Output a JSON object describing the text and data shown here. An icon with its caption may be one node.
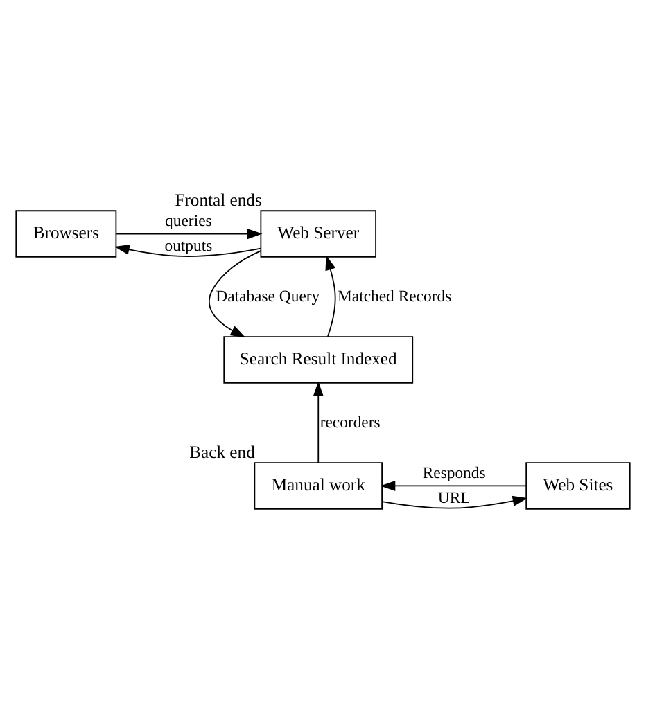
{
  "diagram": {
    "nodes": [
      {
        "text": [
          "Browsers"
        ]
      },
      {
        "text": [
          "Web Server"
        ],
        "beside": [
          "Frontal ends"
        ]
      },
      {
        "text": [
          "Search Result Indexed"
        ]
      },
      {
        "text": [
          "Web Sites"
        ]
      },
      {
        "text": [
          "Manual work"
        ],
        "beside": [
          "Back end"
        ]
      }
    ],
    "edges": [
      {
        "from": 0,
        "to": 1,
        "arrow": "to",
        "label": "queries"
      },
      {
        "from": 1,
        "to": 0,
        "arrow": "to",
        "label": "outputs"
      },
      {
        "from": 1,
        "to": 2,
        "arrow": "to",
        "label": "Database Query"
      },
      {
        "from": 2,
        "to": 1,
        "arrow": "to",
        "label": "Matched Records"
      },
      {
        "from": 4,
        "to": 2,
        "arrow": "to",
        "label": "recorders"
      },
      {
        "from": 4,
        "to": 3,
        "arrow": "to",
        "label": "URL"
      },
      {
        "from": 3,
        "to": 4,
        "arrow": "to",
        "label": "Responds"
      }
    ]
  }
}
